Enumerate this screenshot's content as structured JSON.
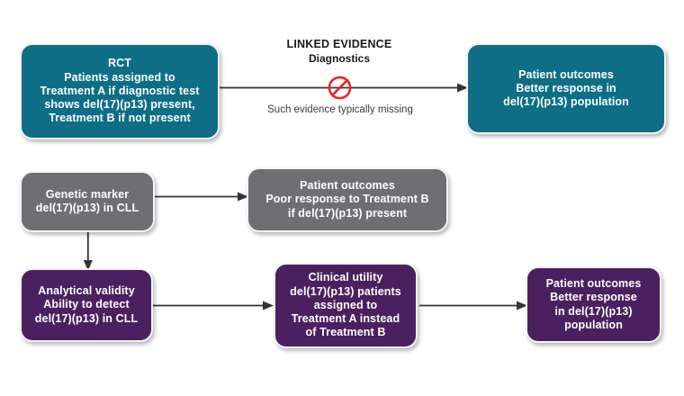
{
  "diagram": {
    "title": "Linked evidence diagnostics pathway",
    "colors": {
      "teal": "#0e6e86",
      "gray": "#6e6e73",
      "purple": "#4b2060",
      "arrow": "#333333",
      "prohibition_red": "#e8262d",
      "background": "#ffffff",
      "box_text": "#ffffff",
      "label_text": "#1a1a1a"
    },
    "nodes": [
      {
        "id": "rct",
        "style": "teal",
        "text": "RCT\nPatients assigned to\nTreatment A if diagnostic test\nshows del(17)(p13) present,\nTreatment B if not present"
      },
      {
        "id": "rct-outcomes",
        "style": "teal",
        "text": "Patient outcomes\nBetter response in\ndel(17)(p13) population"
      },
      {
        "id": "genetic-marker",
        "style": "gray",
        "text": "Genetic marker\ndel(17)(p13) in CLL"
      },
      {
        "id": "poor-response-outcomes",
        "style": "gray",
        "text": "Patient outcomes\nPoor response to Treatment B\nif del(17)(p13) present"
      },
      {
        "id": "analytical-validity",
        "style": "purple",
        "text": "Analytical validity\nAbility to detect\ndel(17)(p13) in CLL"
      },
      {
        "id": "clinical-utility",
        "style": "purple",
        "text": "Clinical utility\ndel(17)(p13) patients\nassigned to\nTreatment A instead\nof Treatment B"
      },
      {
        "id": "final-outcomes",
        "style": "purple",
        "text": "Patient outcomes\nBetter response\nin del(17)(p13)\npopulation"
      }
    ],
    "annotations": {
      "linked_evidence": "LINKED EVIDENCE",
      "diagnostics": "Diagnostics",
      "missing_note": "Such evidence typically missing",
      "prohibition_icon": "no-entry-icon"
    }
  }
}
